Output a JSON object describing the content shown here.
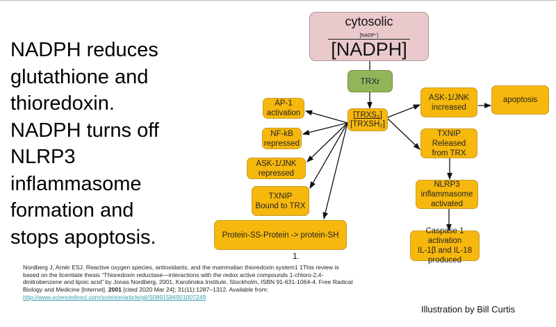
{
  "main_text": "NADPH reduces\nglutathione and\nthioredoxin.\nNADPH turns off\nNLRP3\ninflammasome\nformation and\nstops apoptosis.",
  "diagram": {
    "cytosolic": {
      "title": "cytosolic",
      "numerator": "[NADP⁺]",
      "denominator": "[NADPH]"
    },
    "trxr": "TRXr",
    "trxs": {
      "numerator": "[TRXS₂]",
      "denominator": "[TRXSH₂]"
    },
    "left_nodes": [
      "AP-1\nactivation",
      "NF-kB\nrepressed",
      "ASK-1/JNK\nrepressed",
      "TXNIP\nBound to TRX",
      "Protein-SS-Protein -> protein-SH"
    ],
    "right_nodes": {
      "ask_increased": "ASK-1/JNK\nincreased",
      "apoptosis": "apoptosis",
      "txnip_released": "TXNIP\nReleased\nfrom TRX",
      "nlrp3": "NLRP3\ninflammasome\nactivated",
      "caspase": "Caspase 1 activation\nIL-1β and IL-18\nproduced"
    },
    "colors": {
      "node": "#f7b80d",
      "trxr": "#93b55a",
      "cytosolic": "#e9c9cb"
    }
  },
  "footnote_marker": "1.",
  "citation": {
    "text_before": "Nordberg J, Arnér ESJ. Reactive oxygen species, antioxidants, and the mammalian thioredoxin system1 1This review is based on the licentiate thesis “Thioredoxin reductase—interactions with the redox active compounds 1-chloro-2,4-dinitrobenzene and lipoic acid” by Jonas Nordberg, 2001, Karolinska Institute, Stockholm, ISBN 91-631-1064-4. Free Radical Biology and Medicine [Internet]. ",
    "year": "2001",
    "text_after": " [cited 2020 Mar 24]; 31(11):1287–1312. Available from:",
    "link": "http://www.sciencedirect.com/science/article/pii/S0891584901007249"
  },
  "credit": "Illustration by Bill Curtis"
}
